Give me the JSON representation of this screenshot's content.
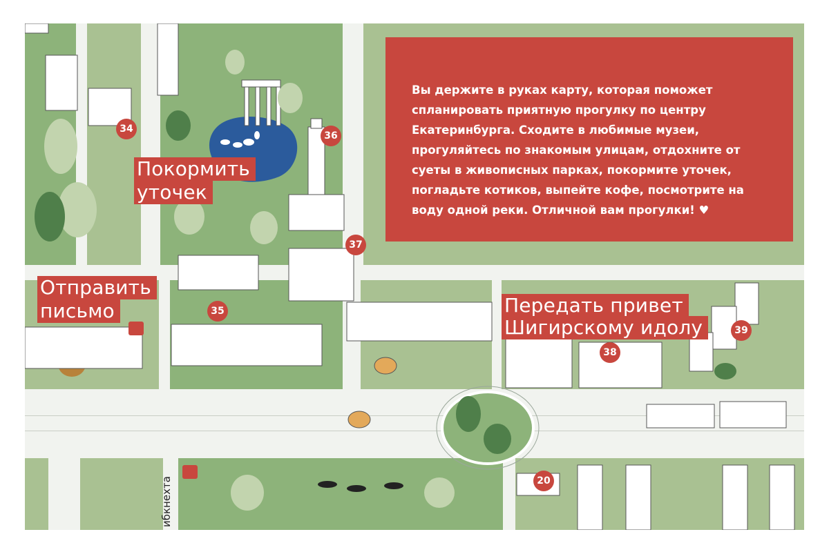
{
  "info_text": "Вы держите в руках карту, которая поможет спланировать приятную прогулку по центру Екатеринбурга. Сходите в любимые музеи, прогуляйтесь по знакомым улицам, отдохните от суеты в живописных парках, покормите уточек, погладьте котиков, выпейте кофе, посмотрите на воду одной реки. Отличной вам прогулки!",
  "heart_icon": "heart-icon",
  "labels": {
    "feed_ducks_line1": "Покормить",
    "feed_ducks_line2": "уточек",
    "send_letter_line1": "Отправить",
    "send_letter_line2": "письмо",
    "idol_line1": "Передать привет",
    "idol_line2": "Шигирскому идолу"
  },
  "markers": [
    "34",
    "35",
    "36",
    "37",
    "38",
    "39",
    "20"
  ],
  "street_name": "ибкнехта",
  "colors": {
    "accent_red": "#c8473e",
    "park_green": "#8db37a",
    "light_green": "#a9c192",
    "road": "#f1f3ef",
    "pond_blue": "#2b5b9c"
  }
}
